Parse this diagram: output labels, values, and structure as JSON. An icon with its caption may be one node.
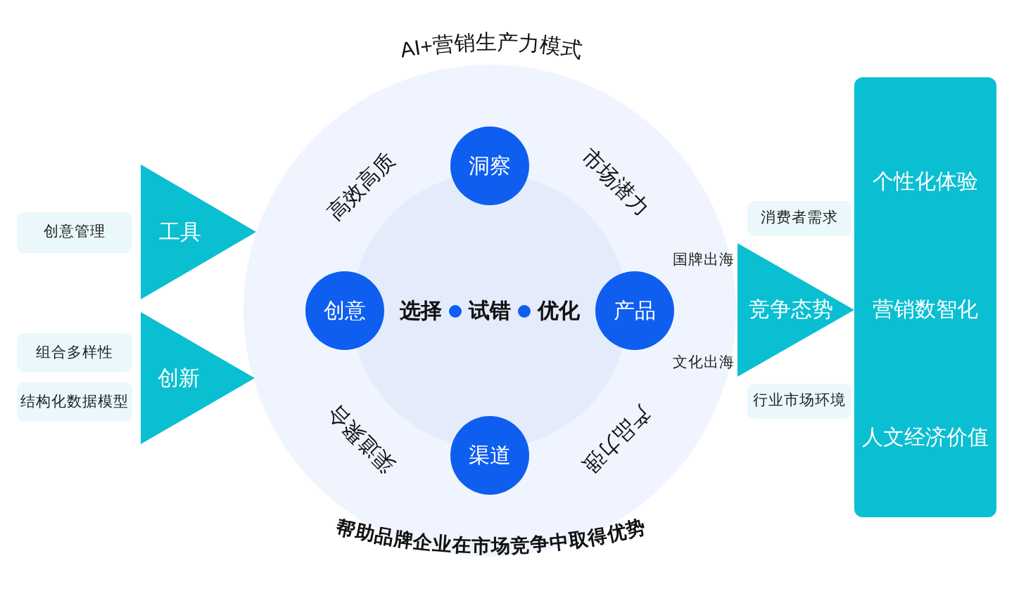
{
  "diagram": {
    "title": "AI+营销生产力模式",
    "caption": "帮助品牌企业在市场竞争中取得优势",
    "nodes": [
      {
        "text": [
          "创意管理"
        ]
      },
      {
        "text": [
          "组合多样性"
        ]
      },
      {
        "text": [
          "结构化数据模型"
        ]
      },
      {
        "text": [
          "工具"
        ]
      },
      {
        "text": [
          "创新"
        ]
      },
      {
        "text": [],
        "shape": "circle"
      },
      {
        "text": [
          "选择",
          "试错",
          "优化"
        ],
        "in": 5
      },
      {
        "text": [
          "洞察"
        ],
        "in": 5
      },
      {
        "text": [
          "创意"
        ],
        "in": 5
      },
      {
        "text": [
          "产品"
        ],
        "in": 5
      },
      {
        "text": [
          "渠道"
        ],
        "in": 5
      },
      {
        "text": [
          "消费者需求"
        ]
      },
      {
        "text": [
          "竞争态势"
        ]
      },
      {
        "text": [
          "行业市场环境"
        ]
      },
      {
        "text": [
          "个性化体验",
          "营销数智化",
          "人文经济价值"
        ]
      }
    ],
    "labels": [
      "高效高质",
      "市场潜力",
      "国牌出海",
      "文化出海",
      "渠道聚合",
      "产品力强"
    ]
  }
}
